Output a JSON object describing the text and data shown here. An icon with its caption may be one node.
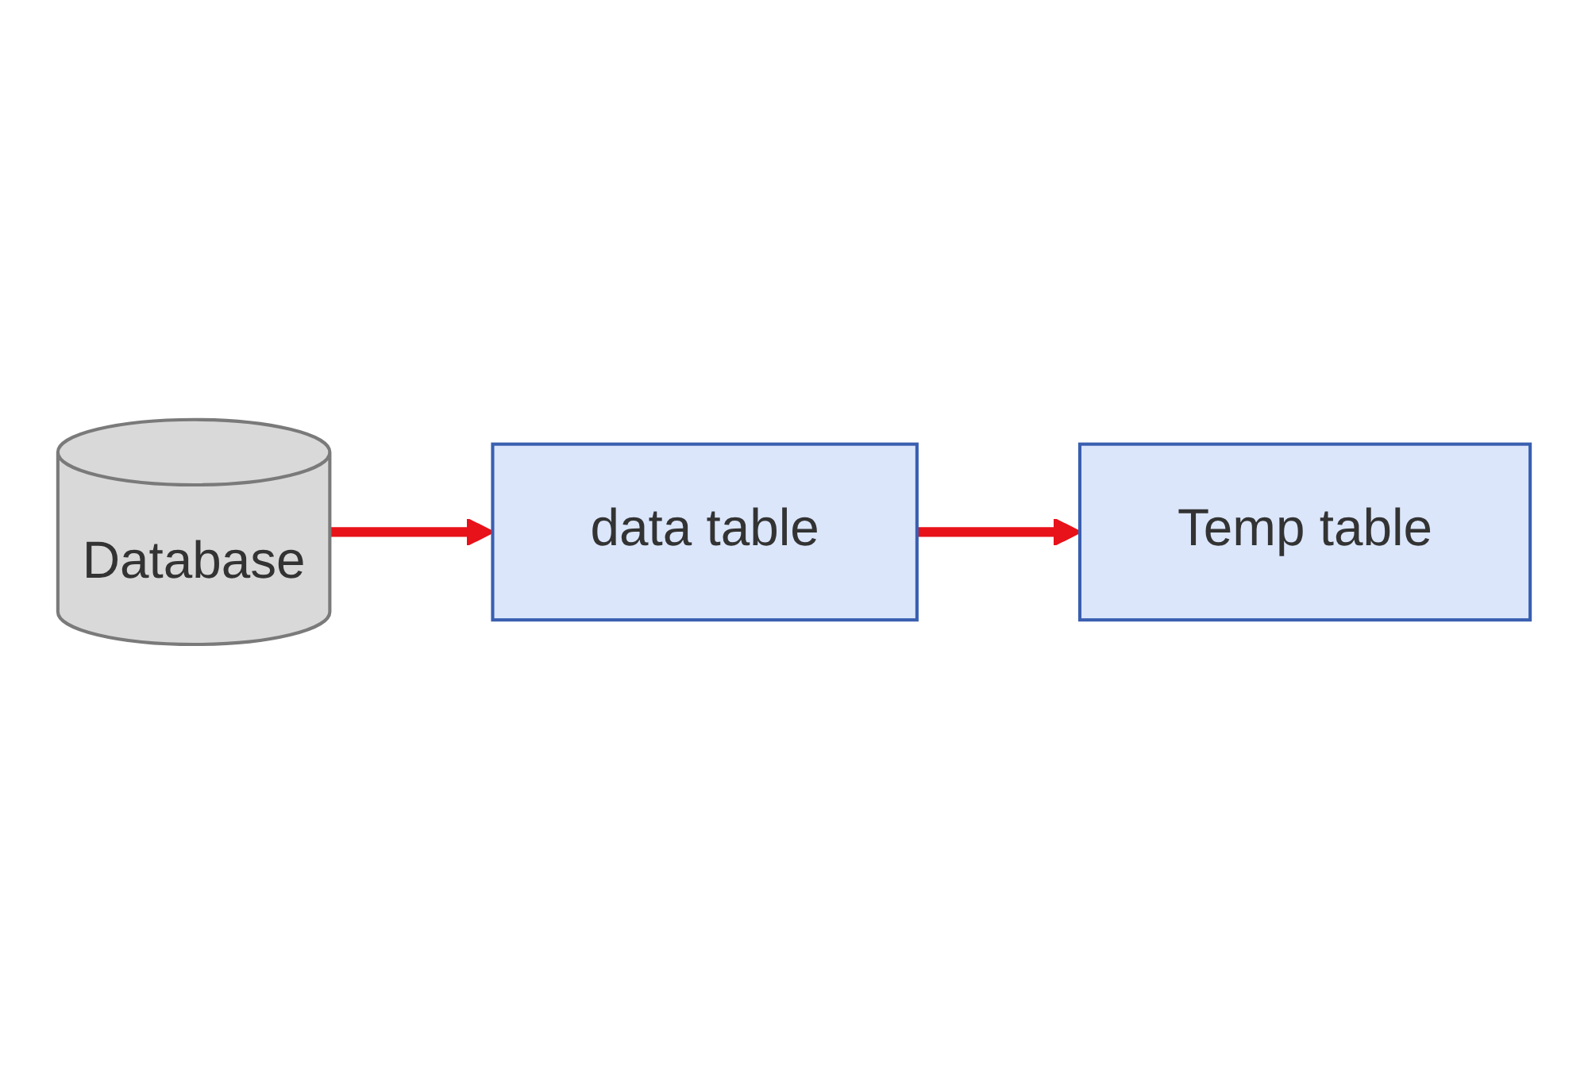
{
  "diagram": {
    "nodes": [
      {
        "text": [
          "Database"
        ]
      },
      {
        "text": [
          "data table"
        ]
      },
      {
        "text": [
          "Temp table"
        ]
      }
    ],
    "edges": [
      {
        "from": 0,
        "to": 1,
        "arrow": "to"
      },
      {
        "from": 1,
        "to": 2,
        "arrow": "to"
      }
    ]
  }
}
